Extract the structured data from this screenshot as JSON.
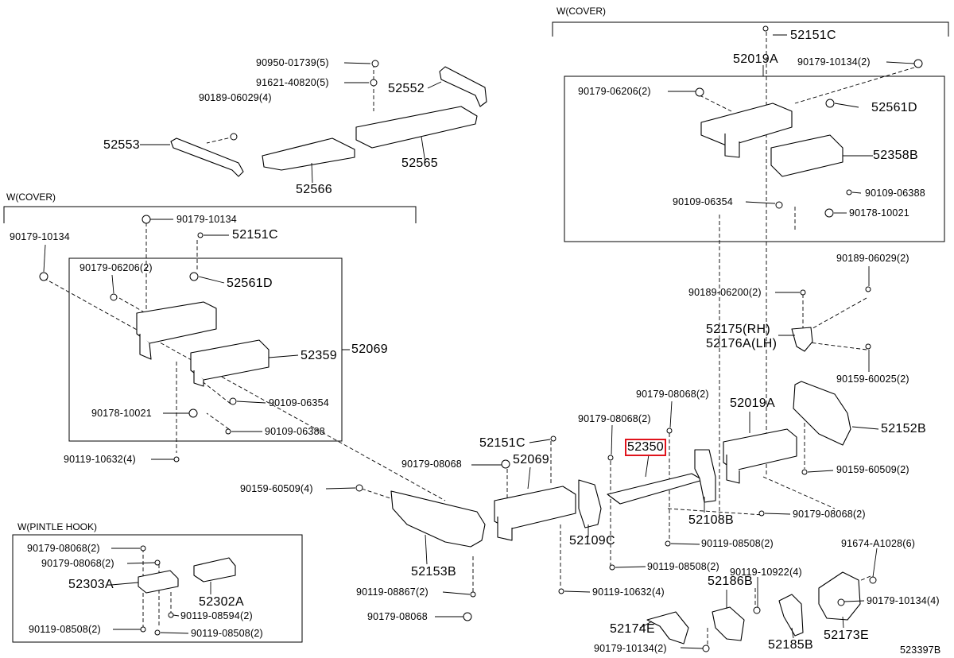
{
  "diagram_id": "523397B",
  "highlight_color": "#e0141c",
  "headers": {
    "right_cover": "W(COVER)",
    "left_cover": "W(COVER)",
    "pintle": "W(PINTLE HOOK)"
  },
  "labels": {
    "l_90950_01739": "90950-01739(5)",
    "l_91621_40820": "91621-40820(5)",
    "l_90189_06029_4": "90189-06029(4)",
    "l_52552": "52552",
    "l_52553": "52553",
    "l_52565": "52565",
    "l_52566": "52566",
    "l_90179_10134_left": "90179-10134",
    "l_90179_10134_top": "90179-10134",
    "l_52151C_left": "52151C",
    "l_90179_06206_left": "90179-06206(2)",
    "l_52561D_left": "52561D",
    "l_52359": "52359",
    "l_52069_main": "52069",
    "l_90109_06354_left": "90109-06354",
    "l_90178_10021_left": "90178-10021",
    "l_90109_06388_left": "90109-06388",
    "l_90119_10632_4_left": "90119-10632(4)",
    "l_52151C_top": "52151C",
    "l_52019A_top": "52019A",
    "l_90179_10134_2_top": "90179-10134(2)",
    "l_90179_06206_right": "90179-06206(2)",
    "l_52561D_right": "52561D",
    "l_52358B": "52358B",
    "l_90109_06354_right": "90109-06354",
    "l_90109_06388_right": "90109-06388",
    "l_90178_10021_right": "90178-10021",
    "l_90189_06029_2": "90189-06029(2)",
    "l_90189_06200_2": "90189-06200(2)",
    "l_52175": "52175(RH)",
    "l_52176A": "52176A(LH)",
    "l_90159_60025_2": "90159-60025(2)",
    "l_90179_08068_2_a": "90179-08068(2)",
    "l_52019A_mid": "52019A",
    "l_90179_08068_2_b": "90179-08068(2)",
    "l_52152B": "52152B",
    "l_52151C_mid": "52151C",
    "l_52350": "52350",
    "l_90179_08068_mid": "90179-08068",
    "l_52069_mid": "52069",
    "l_90159_60509_2": "90159-60509(2)",
    "l_90159_60509_4": "90159-60509(4)",
    "l_52108B": "52108B",
    "l_90179_08068_2_c": "90179-08068(2)",
    "l_52109C": "52109C",
    "l_90119_08508_2_a": "90119-08508(2)",
    "l_91674_A1028": "91674-A1028(6)",
    "l_52153B": "52153B",
    "l_90119_08508_2_b": "90119-08508(2)",
    "l_90119_10922": "90119-10922(4)",
    "l_90119_08867": "90119-08867(2)",
    "l_90119_10632_4_mid": "90119-10632(4)",
    "l_52186B": "52186B",
    "l_90179_10134_4": "90179-10134(4)",
    "l_90179_08068_bot": "90179-08068",
    "l_52174E": "52174E",
    "l_52185B": "52185B",
    "l_52173E": "52173E",
    "l_90179_10134_2_bot": "90179-10134(2)",
    "l_p_90179_08068_2_a": "90179-08068(2)",
    "l_p_90179_08068_2_b": "90179-08068(2)",
    "l_52303A": "52303A",
    "l_52302A": "52302A",
    "l_p_90119_08594": "90119-08594(2)",
    "l_p_90119_08508_2_a": "90119-08508(2)",
    "l_p_90119_08508_2_b": "90119-08508(2)"
  }
}
